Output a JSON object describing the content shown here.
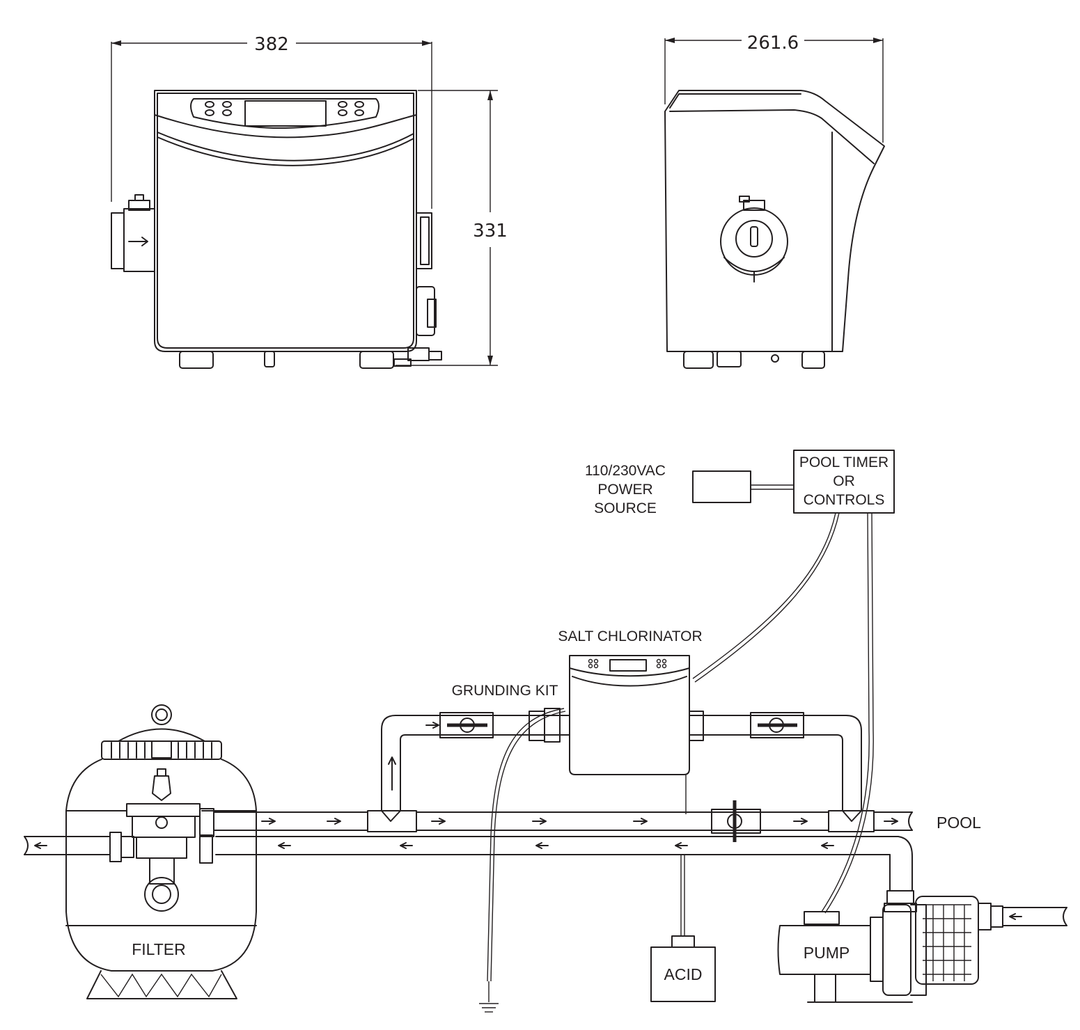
{
  "dimensions": {
    "width": "382",
    "depth": "261.6",
    "height": "331"
  },
  "labels": {
    "power_source": [
      "110/230VAC",
      "POWER",
      "SOURCE"
    ],
    "pool_timer": [
      "POOL TIMER",
      "OR",
      "CONTROLS"
    ],
    "salt_chlorinator": "SALT CHLORINATOR",
    "grounding_kit": "GRUNDING KIT",
    "pool": "POOL",
    "filter": "FILTER",
    "acid": "ACID",
    "pump": "PUMP"
  },
  "colors": {
    "line": "#231f20",
    "background": "#ffffff"
  }
}
